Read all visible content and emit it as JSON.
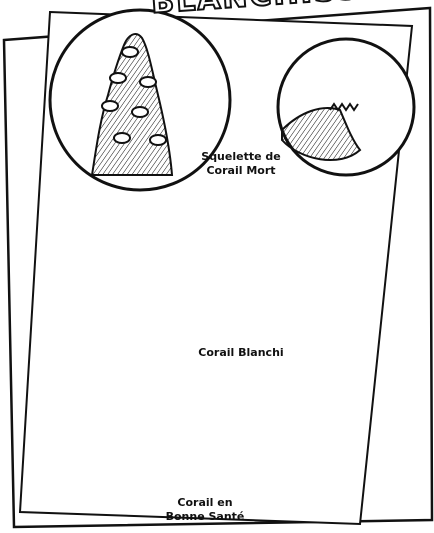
{
  "title": "BLANCHISSEMENT",
  "stages": [
    {
      "label_line1": "Squelette de",
      "label_line2": "Corail Mort"
    },
    {
      "label_line1": "Corail Blanchi",
      "label_line2": ""
    },
    {
      "label_line1": "Corail en",
      "label_line2": "Bonne Santé"
    }
  ]
}
